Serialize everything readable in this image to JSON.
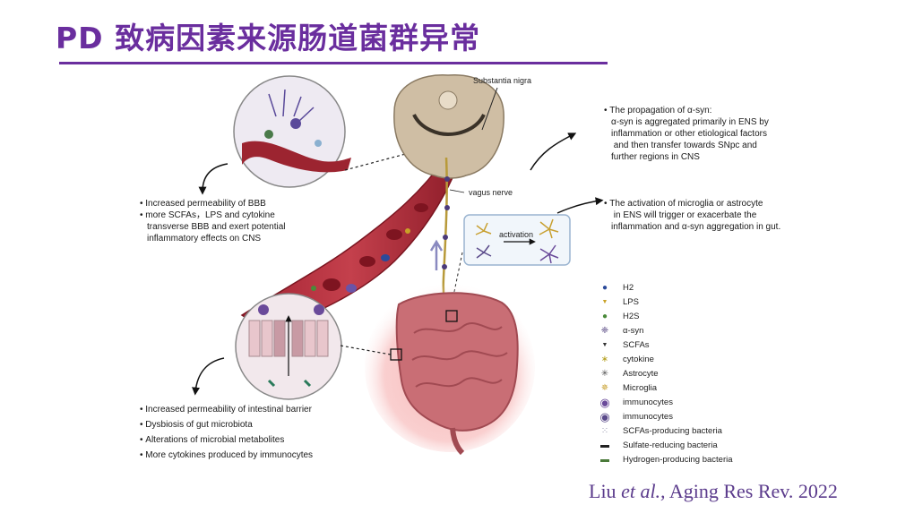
{
  "title": "PD 致病因素来源肠道菌群异常",
  "labels": {
    "substantia_nigra": "Substantia nigra",
    "vagus_nerve": "vagus nerve",
    "activation": "activation"
  },
  "notes": {
    "bbb": [
      "Increased permeability of BBB",
      "more SCFAs，LPS and cytokine",
      "transverse BBB and exert potential",
      "inflammatory effects on CNS"
    ],
    "gut": [
      "Increased permeability of intestinal barrier",
      "Dysbiosis of gut microbiota",
      "Alterations of microbial metabolites",
      "More cytokines produced by immunocytes"
    ],
    "propagation": [
      "The propagation of α-syn:",
      "α-syn is aggregated primarily in ENS by",
      "inflammation or other etiological factors",
      " and then transfer towards SNpc and",
      "further regions in CNS"
    ],
    "activation_note": [
      "The activation of microglia or astrocyte",
      " in ENS will trigger or exacerbate the",
      "inflammation and α-syn aggregation in gut."
    ]
  },
  "legend": [
    {
      "label": "H2",
      "icon": "dot-icon",
      "color": "#2b4a9a"
    },
    {
      "label": "LPS",
      "icon": "triangle-icon",
      "color": "#c9a227"
    },
    {
      "label": "H2S",
      "icon": "dot-icon",
      "color": "#4a8a3a"
    },
    {
      "label": "α-syn",
      "icon": "aggregate-icon",
      "color": "#4b3a7a"
    },
    {
      "label": "SCFAs",
      "icon": "triangle-icon",
      "color": "#333333"
    },
    {
      "label": "cytokine",
      "icon": "cytokine-icon",
      "color": "#b5a020"
    },
    {
      "label": "Astrocyte",
      "icon": "astrocyte-icon",
      "color": "#555555"
    },
    {
      "label": "Microglia",
      "icon": "microglia-icon",
      "color": "#c8a030"
    },
    {
      "label": "immunocytes",
      "icon": "cell-icon",
      "color": "#6a4a9a"
    },
    {
      "label": "immunocytes",
      "icon": "cell-icon",
      "color": "#5a4a8a"
    },
    {
      "label": "SCFAs-producing bacteria",
      "icon": "bacteria-cluster-icon",
      "color": "#9a9ab0"
    },
    {
      "label": "Sulfate-reducing bacteria",
      "icon": "rod-icon",
      "color": "#222222"
    },
    {
      "label": "Hydrogen-producing bacteria",
      "icon": "rod-icon",
      "color": "#4a7a3a"
    }
  ],
  "citation": {
    "authors": "Liu",
    "etal": "et al.,",
    "journal": "Aging Res Rev. 2022"
  },
  "colors": {
    "title": "#6a2e9e",
    "vessel": "#9c2430",
    "gut": "#c96e75",
    "brainstem": "#cfbea4",
    "citation": "#5b3b8c"
  }
}
